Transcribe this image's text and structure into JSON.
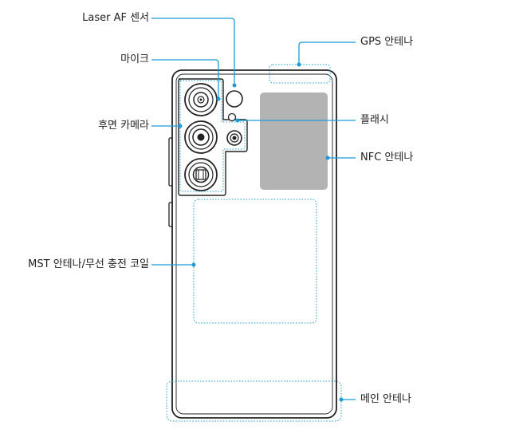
{
  "diagram": {
    "labels": {
      "laser_af": "Laser AF 센서",
      "mic": "마이크",
      "rear_camera": "후면 카메라",
      "mst": "MST 안테나/무선 충전 코일",
      "gps": "GPS 안테나",
      "flash": "플래시",
      "nfc": "NFC 안테나",
      "main_antenna": "메인 안테나"
    },
    "colors": {
      "callout": "#1e9bd7",
      "outline": "#222222",
      "nfc_fill": "#b3b3b3"
    }
  }
}
